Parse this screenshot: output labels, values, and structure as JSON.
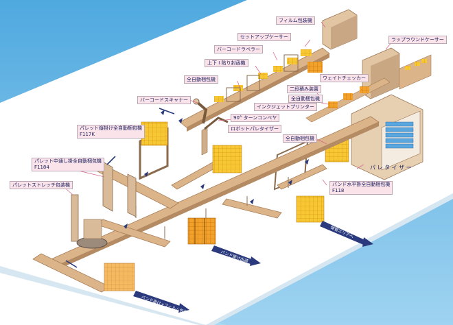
{
  "colors": {
    "sky": "#67b8e6",
    "sky_light": "#bfe2f5",
    "floor": "#ffffff",
    "floor_edge": "#c9dbe8",
    "conveyor": "#dcb48a",
    "conveyor_dark": "#a77c55",
    "pallet_yellow": "#f6c62a",
    "pallet_orange": "#f08c1e",
    "machine": "#e9d1b4",
    "machine_dark": "#b99674",
    "arrow": "#2a3a7c",
    "label_bg": "#fbe3ea",
    "label_text": "#1d2460",
    "stack_blue": "#5aa7e0"
  },
  "labels": {
    "film_wrapper": "フィルム包装機",
    "setup_caser": "セットアップケーサー",
    "barcode_labeler": "バーコードラベラー",
    "top_bottom_sealer": "上下 I 貼り封函機",
    "auto_strapper_1": "全自動梱包機",
    "barcode_scanner": "バーコードスキャナー",
    "turn_conveyor": "90° ターンコンベヤ",
    "robot_palletizer": "ロボットパレタイザー",
    "pallet_vertical_strapper": "パレット縦掛け全自動梱包機\nF117K",
    "pallet_middle_strapper": "パレット中通し掛全自動梱包機\nF1184",
    "pallet_stretch_wrapper": "パレットストレッチ包装機",
    "wraparound_caser": "ラップラウンドケーサー",
    "weight_checker": "ウェイトチェッカー",
    "double_stacker": "二段積み装置",
    "auto_strapper_2": "全自動梱包機",
    "inkjet_printer": "インクジェットプリンター",
    "auto_strapper_3": "全自動梱包機",
    "palletizer": "パ レ タ イ ザ ー",
    "band_horizontal_strapper": "バンド水平掛全自動梱包機\nF118",
    "storage_area": "保管エリアへ",
    "band_shipping": "バンド掛け出荷",
    "band_film_shipping": "バンド掛け+フィルム包装出荷"
  }
}
